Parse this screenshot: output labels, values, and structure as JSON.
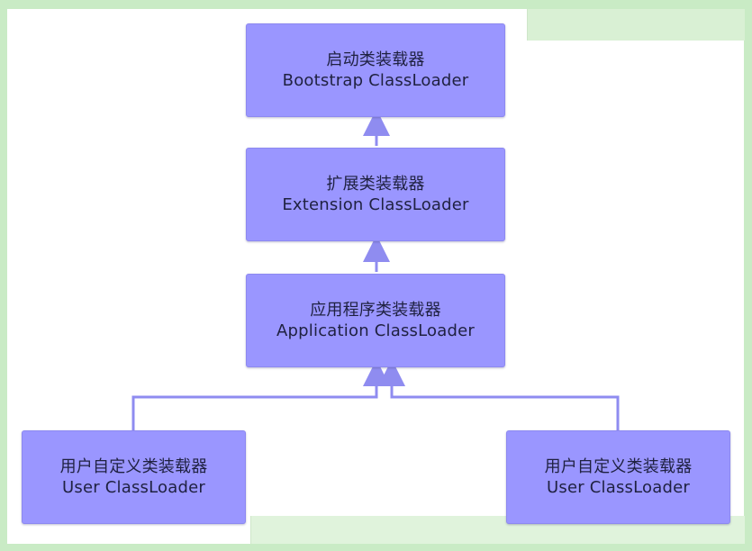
{
  "diagram": {
    "nodes": [
      {
        "id": "bootstrap",
        "title": "启动类装载器",
        "subtitle": "Bootstrap ClassLoader"
      },
      {
        "id": "extension",
        "title": "扩展类装载器",
        "subtitle": "Extension ClassLoader"
      },
      {
        "id": "application",
        "title": "应用程序类装载器",
        "subtitle": "Application ClassLoader"
      },
      {
        "id": "user_left",
        "title": "用户自定义类装载器",
        "subtitle": "User ClassLoader"
      },
      {
        "id": "user_right",
        "title": "用户自定义类装载器",
        "subtitle": "User ClassLoader"
      }
    ],
    "edges": [
      {
        "from": "extension",
        "to": "bootstrap"
      },
      {
        "from": "application",
        "to": "extension"
      },
      {
        "from": "user_left",
        "to": "application"
      },
      {
        "from": "user_right",
        "to": "application"
      }
    ],
    "colors": {
      "node_fill": "#9a96ff",
      "node_border": "#8d89f0",
      "connector": "#8f8cf0",
      "text": "#1f2140",
      "background": "#c9ebc5"
    }
  }
}
